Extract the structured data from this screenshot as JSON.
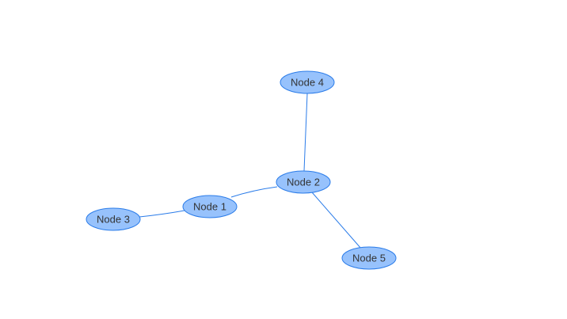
{
  "graph": {
    "colors": {
      "node_fill": "#97c2fc",
      "node_border": "#2b7ce9",
      "edge": "#2b7ce9",
      "label": "#343434",
      "background": "#ffffff"
    },
    "nodes": [
      {
        "id": 1,
        "label": "Node 1"
      },
      {
        "id": 2,
        "label": "Node 2"
      },
      {
        "id": 3,
        "label": "Node 3"
      },
      {
        "id": 4,
        "label": "Node 4"
      },
      {
        "id": 5,
        "label": "Node 5"
      }
    ],
    "edges": [
      {
        "from": 1,
        "to": 2
      },
      {
        "from": 1,
        "to": 3
      },
      {
        "from": 2,
        "to": 4
      },
      {
        "from": 2,
        "to": 5
      }
    ]
  }
}
